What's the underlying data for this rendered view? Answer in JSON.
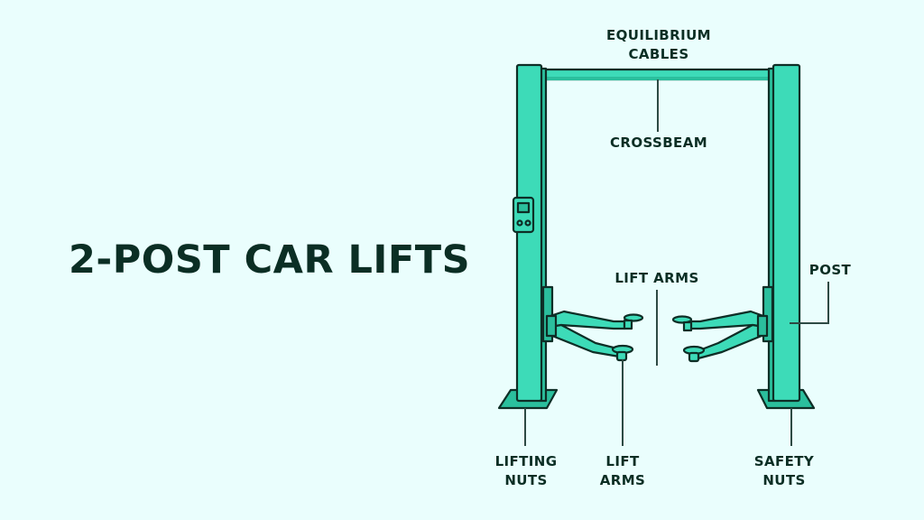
{
  "title": "2-POST CAR LIFTS",
  "colors": {
    "background": "#EAFEFD",
    "post_fill": "#3DDBB8",
    "post_shade": "#2BBF9D",
    "outline": "#0E2E26",
    "text": "#0B2E24",
    "leader_line": "#2E4A44"
  },
  "labels": {
    "equilibrium_cables": {
      "line1": "EQUILIBRIUM",
      "line2": "CABLES"
    },
    "crossbeam": {
      "line1": "CROSSBEAM"
    },
    "lift_arms_top": {
      "line1": "LIFT ARMS"
    },
    "post": {
      "line1": "POST"
    },
    "lifting_nuts": {
      "line1": "LIFTING",
      "line2": "NUTS"
    },
    "lift_arms_bottom": {
      "line1": "LIFT",
      "line2": "ARMS"
    },
    "safety_nuts": {
      "line1": "SAFETY",
      "line2": "NUTS"
    }
  },
  "control_box": {
    "icon": "control-panel-icon",
    "buttons": 2,
    "screen": 1
  }
}
